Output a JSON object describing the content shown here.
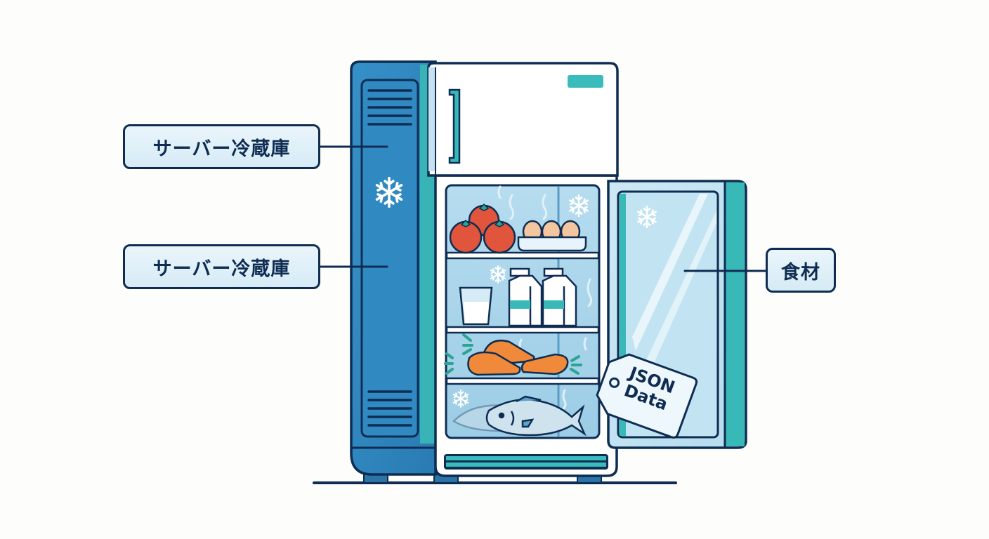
{
  "illustration": {
    "title": "Server refrigerator metaphor",
    "colors": {
      "outline": "#0f2d52",
      "body_blue": "#2f86bf",
      "teal": "#39b8b8",
      "glass": "#c4e3f2",
      "interior": "#a9d4ea",
      "background": "#fdfdfb"
    }
  },
  "callouts": [
    {
      "id": "top-left",
      "label": "サーバー冷蔵庫"
    },
    {
      "id": "mid-left",
      "label": "サーバー冷蔵庫"
    },
    {
      "id": "right",
      "label": "食材"
    }
  ],
  "tag": {
    "line1": "JSON",
    "line2": "Data"
  },
  "contents": {
    "shelf1": [
      "tomatoes",
      "eggs"
    ],
    "shelf2": [
      "glass-of-milk",
      "milk-carton",
      "milk-carton"
    ],
    "shelf3": [
      "carrots"
    ],
    "shelf4": [
      "fish",
      "fish"
    ]
  }
}
